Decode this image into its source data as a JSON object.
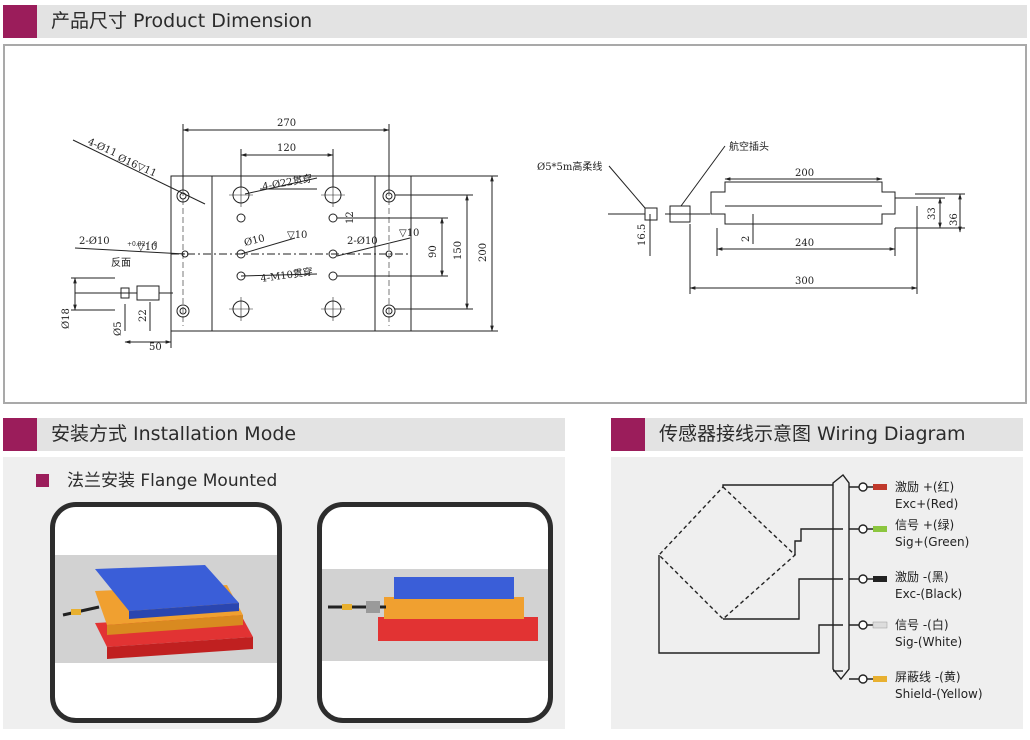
{
  "sections": {
    "dimension": "产品尺寸 Product Dimension",
    "installation": "安装方式 Installation Mode",
    "wiring": "传感器接线示意图 Wiring Diagram"
  },
  "installation": {
    "subtitle": "法兰安装 Flange Mounted"
  },
  "drawing": {
    "d270": "270",
    "d120": "120",
    "hole_4x11": "4-Ø11",
    "cbore_16": "Ø16▽11",
    "hole_4x22": "4-Ø22贯穿",
    "hole_2x10_left": "2-Ø10",
    "tol_left": "+0.02 / -0",
    "depth_10a": "▽10",
    "back_side": "反面",
    "center_10": "Ø10",
    "depth_10b": "▽10",
    "hole_2x10_right": "2-Ø10",
    "depth_10c": "▽10",
    "thread_4xm10": "4-M10贯穿",
    "d12": "12",
    "d90": "90",
    "d150": "150",
    "d200_v": "200",
    "d18": "Ø18",
    "d5": "Ø5",
    "d22": "22",
    "d50": "50",
    "cable": "Ø5*5m高柔线",
    "connector": "航空插头",
    "d200_h": "200",
    "d240": "240",
    "d300": "300",
    "d16_5": "16.5",
    "d2": "2",
    "d33": "33",
    "d36": "36"
  },
  "wiring": {
    "wires": [
      {
        "cn": "激励 +(红)",
        "en": "Exc+(Red)",
        "color": "#c0392b"
      },
      {
        "cn": "信号 +(绿)",
        "en": "Sig+(Green)",
        "color": "#8cc63f"
      },
      {
        "cn": "激励 -(黑)",
        "en": "Exc-(Black)",
        "color": "#222222"
      },
      {
        "cn": "信号 -(白)",
        "en": "Sig-(White)",
        "color": "#dddddd"
      },
      {
        "cn": "屏蔽线 -(黄)",
        "en": "Shield-(Yellow)",
        "color": "#e8b030"
      }
    ]
  }
}
